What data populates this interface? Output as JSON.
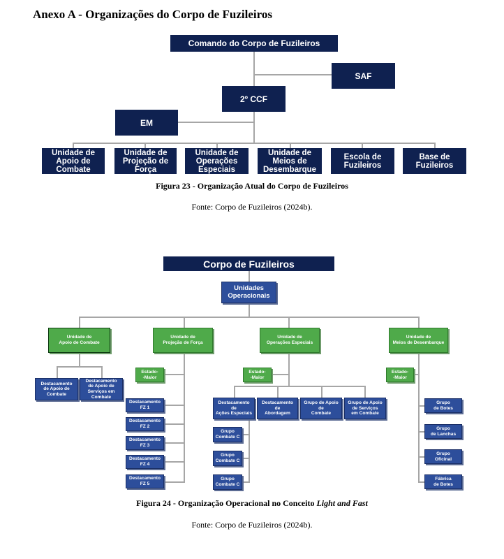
{
  "annex_title": "Anexo A - Organizações do Corpo de Fuzileiros",
  "fig23": {
    "top": "Comando do Corpo de Fuzileiros",
    "saf": "SAF",
    "ccf": "2º CCF",
    "em": "EM",
    "units": [
      [
        "Unidade de",
        "Apoio de",
        "Combate"
      ],
      [
        "Unidade de",
        "Projeção de",
        "Força"
      ],
      [
        "Unidade de",
        "Operações",
        "Especiais"
      ],
      [
        "Unidade de",
        "Meios de",
        "Desembarque"
      ],
      [
        "Escola de",
        "Fuzileiros"
      ],
      [
        "Base de",
        "Fuzileiros"
      ]
    ],
    "caption": "Figura 23 - Organização Atual do Corpo de Fuzileiros",
    "source": "Fonte: Corpo de Fuzileiros (2024b)."
  },
  "fig24": {
    "top": "Corpo de Fuzileiros",
    "op_units": [
      "Unidades",
      "Operacionais"
    ],
    "units": [
      [
        "Unidade de",
        "Apoio de Combate"
      ],
      [
        "Unidade de",
        "Projeção de Força"
      ],
      [
        "Unidade de",
        "Operações Especiais"
      ],
      [
        "Unidade de",
        "Meios de Desembarque"
      ]
    ],
    "estado_maior": [
      "Estado-",
      "-Maior"
    ],
    "u1_children": [
      [
        "Destacamento",
        "de Apoio de",
        "Combate"
      ],
      [
        "Destacamento",
        "de Apoio de",
        "Serviços em",
        "Combate"
      ]
    ],
    "u2_children": [
      [
        "Destacamento",
        "FZ 1"
      ],
      [
        "Destacamento",
        "FZ 2"
      ],
      [
        "Destacamento",
        "FZ 3"
      ],
      [
        "Destacamento",
        "FZ 4"
      ],
      [
        "Destacamento",
        "FZ 5"
      ]
    ],
    "u3_children": [
      [
        "Destacamento",
        "de",
        "Ações Especiais"
      ],
      [
        "Destacamento",
        "de",
        "Abordagem"
      ],
      [
        "Grupo de Apoio",
        "de",
        "Combate"
      ],
      [
        "Grupo de Apoio",
        "de Serviços",
        "em Combate"
      ]
    ],
    "u3_groups": [
      [
        "Grupo",
        "Combate C"
      ],
      [
        "Grupo",
        "Combate C"
      ],
      [
        "Grupo",
        "Combate C"
      ]
    ],
    "u4_children": [
      [
        "Grupo",
        "de Botes"
      ],
      [
        "Grupo",
        "de Lanchas"
      ],
      [
        "Grupo",
        "Oficinal"
      ],
      [
        "Fábrica",
        "de Botes"
      ]
    ],
    "caption_prefix": "Figura 24 - Organização Operacional no Conceito ",
    "caption_italic": "Light and Fast",
    "source": "Fonte: Corpo de Fuzileiros (2024b)."
  }
}
